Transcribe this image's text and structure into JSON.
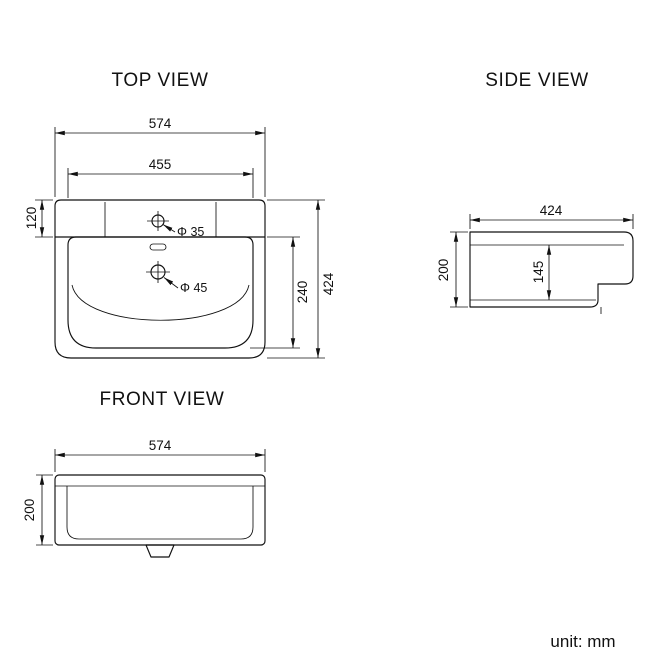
{
  "page": {
    "background": "#ffffff",
    "line_color": "#111111",
    "unit_label": "unit: mm"
  },
  "views": {
    "top": {
      "title": "TOP VIEW",
      "overall_width": "574",
      "inner_width": "455",
      "back_ledge_depth": "120",
      "bowl_depth": "240",
      "overall_depth": "424",
      "faucet_hole_diameter": "Φ 35",
      "drain_hole_diameter": "Φ 45"
    },
    "side": {
      "title": "SIDE VIEW",
      "overall_depth": "424",
      "overall_height": "200",
      "inner_height": "145"
    },
    "front": {
      "title": "FRONT VIEW",
      "overall_width": "574",
      "overall_height": "200"
    }
  }
}
